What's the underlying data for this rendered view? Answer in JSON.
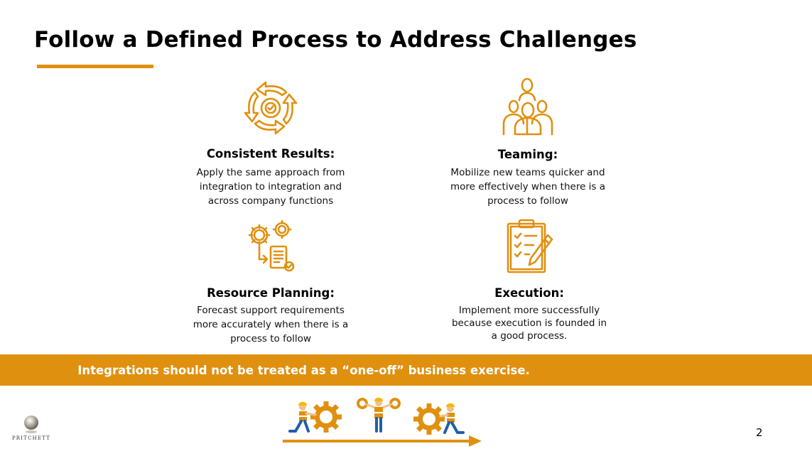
{
  "slide": {
    "title": "Follow a Defined Process to Address Challenges",
    "page_number": "2",
    "accent_color": "#e0900f"
  },
  "features": [
    {
      "icon": "cycle-check-icon",
      "heading": "Consistent Results:",
      "lines": [
        "Apply the same approach from",
        "integration to  integration and",
        "across company functions"
      ]
    },
    {
      "icon": "team-people-icon",
      "heading": "Teaming:",
      "lines": [
        "Mobilize new teams  quicker and",
        "more effectively  when there is a",
        "process to follow"
      ]
    },
    {
      "icon": "gears-document-icon",
      "heading": "Resource Planning:",
      "lines": [
        "Forecast support requirements",
        "more accurately when there is a",
        "process to follow"
      ]
    },
    {
      "icon": "clipboard-checklist-icon",
      "heading": "Execution:",
      "lines": [
        "Implement more successfully",
        "because execution is founded in",
        "a good process."
      ]
    }
  ],
  "banner": {
    "text": "Integrations should not be treated as a “one-off” business exercise."
  },
  "footer": {
    "logo_text": "PRITCHETT",
    "illustration": "workers-pushing-gears-illustration"
  }
}
